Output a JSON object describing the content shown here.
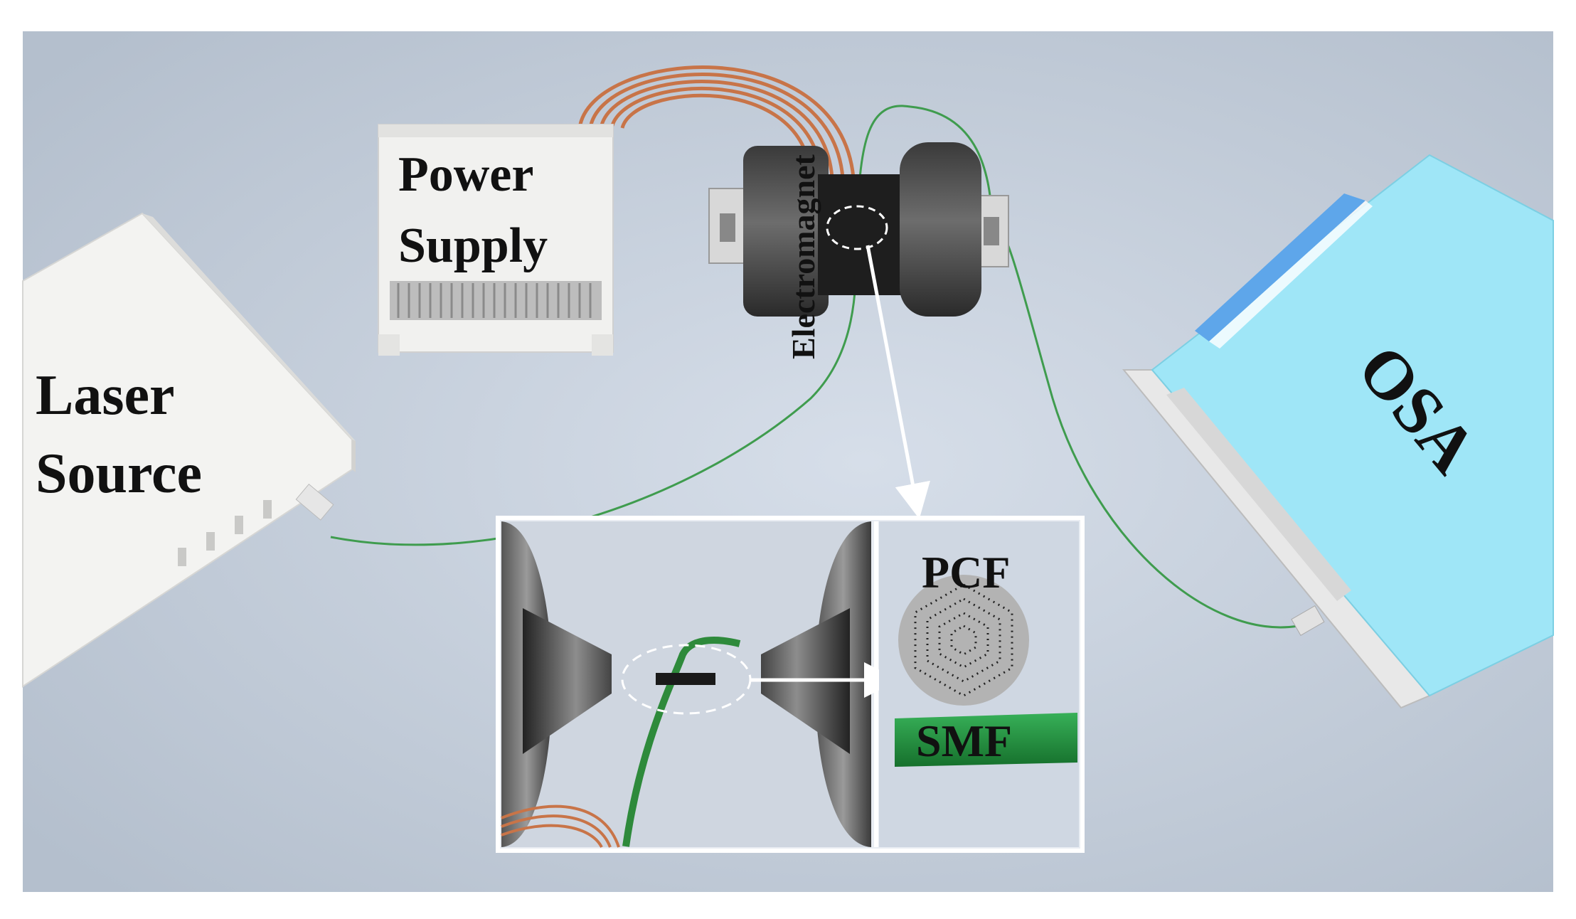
{
  "labels": {
    "power_supply_line1": "Power",
    "power_supply_line2": "Supply",
    "laser_line1": "Laser",
    "laser_line2": "Source",
    "electromagnet": "Electromagnet",
    "osa": "OSA",
    "pcf": "PCF",
    "smf": "SMF"
  },
  "colors": {
    "background": "#c9d3e0",
    "osa_body": "#9fe6f7",
    "fiber": "#3f9c4e",
    "copper_wire": "#c87448",
    "smf_band": "#1f8a3a"
  }
}
